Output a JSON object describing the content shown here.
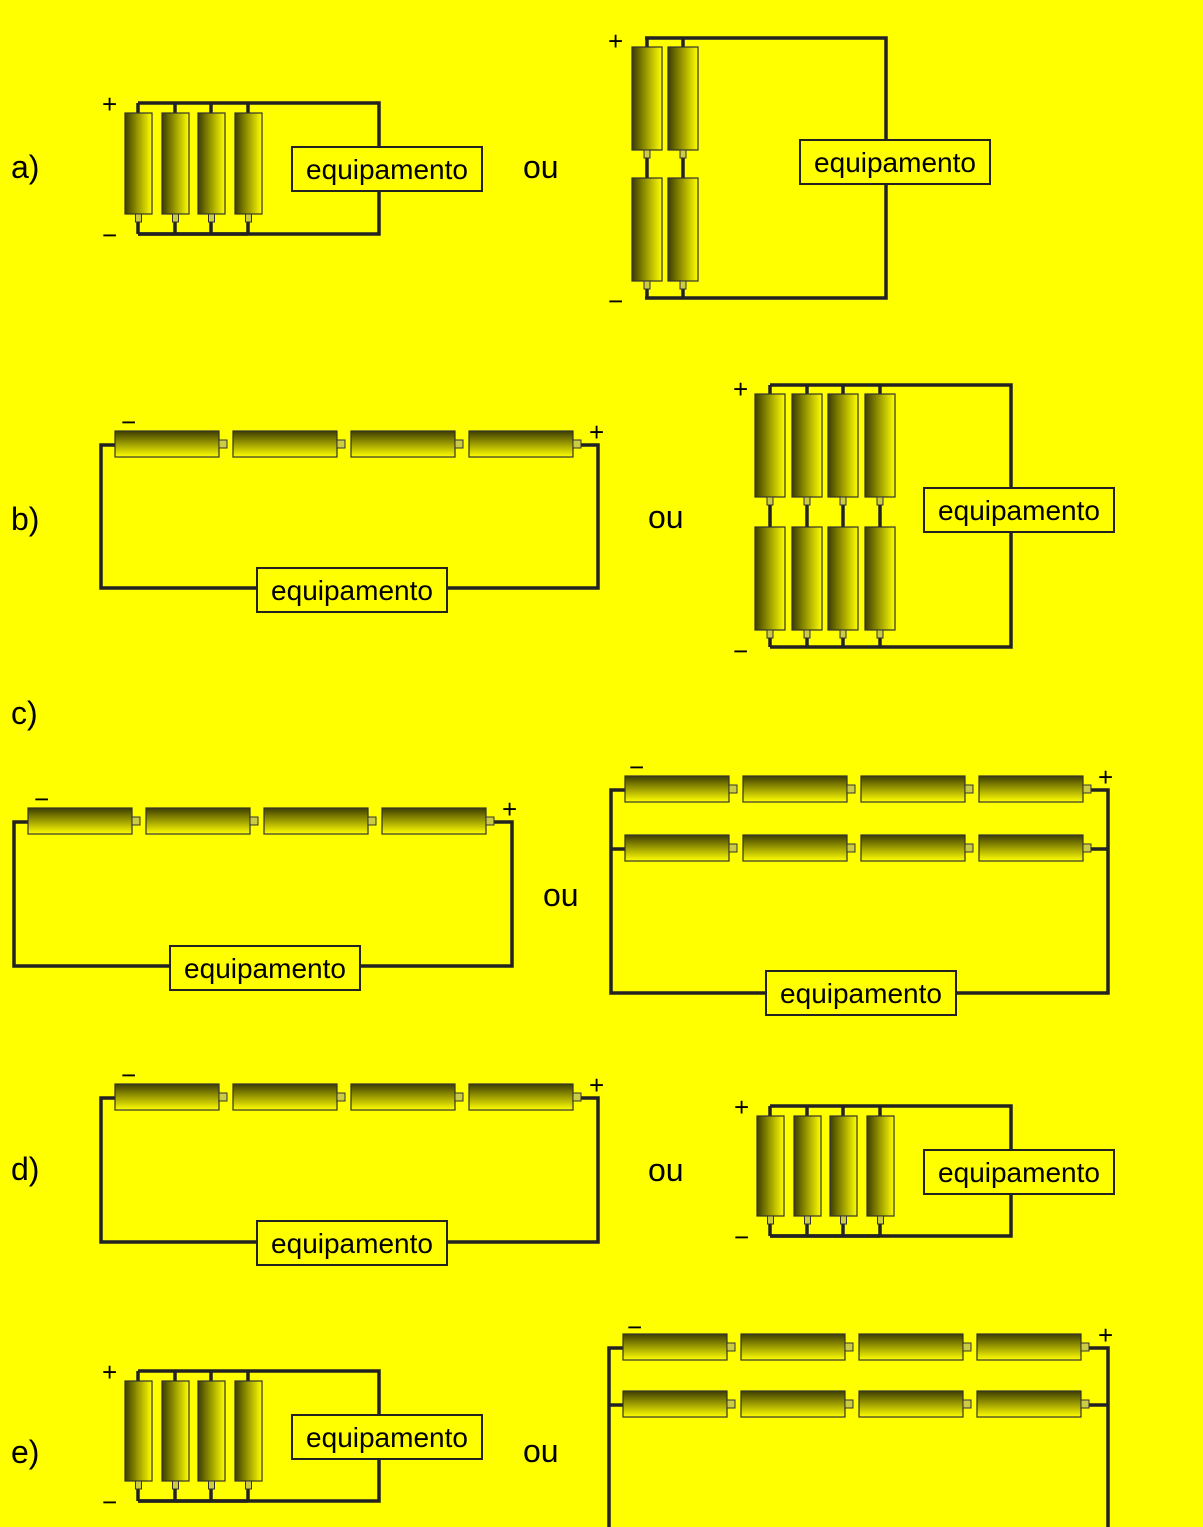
{
  "colors": {
    "background": "#ffff00",
    "wire": "#000000",
    "battery_light": "#ffff00",
    "battery_dark": "#3d3d00",
    "label_border": "#000000"
  },
  "text": {
    "equipment": "equipamento",
    "or": "ou",
    "plus": "+",
    "minus": "−"
  },
  "options": [
    {
      "letter": "a)"
    },
    {
      "letter": "b)"
    },
    {
      "letter": "c)"
    },
    {
      "letter": "d)"
    },
    {
      "letter": "e)"
    }
  ],
  "icons": [
    "battery-cell-icon",
    "plus-terminal-icon",
    "minus-terminal-icon"
  ]
}
